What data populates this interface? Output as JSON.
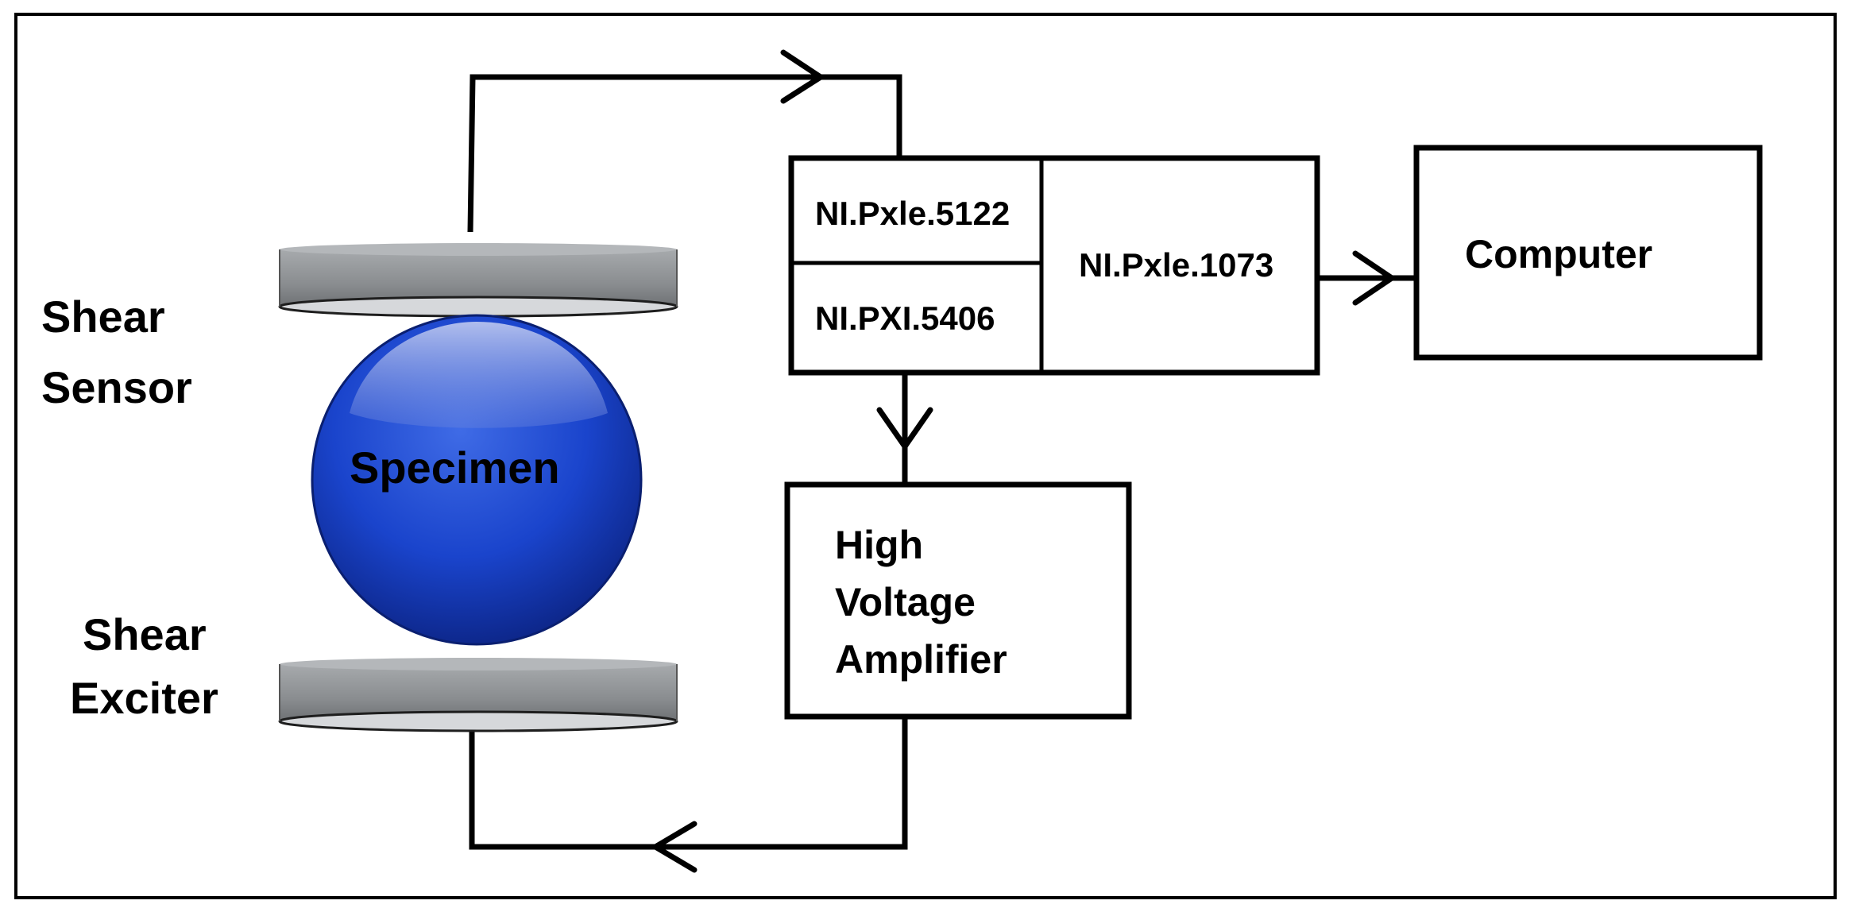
{
  "diagram": {
    "labels": {
      "shear_sensor_line1": "Shear",
      "shear_sensor_line2": "Sensor",
      "shear_exciter_line1": "Shear",
      "shear_exciter_line2": "Exciter",
      "specimen": "Specimen",
      "daq_module_1": "NI.Pxle.5122",
      "daq_module_2": "NI.PXI.5406",
      "controller": "NI.Pxle.1073",
      "computer": "Computer",
      "amplifier_line1": "High",
      "amplifier_line2": "Voltage",
      "amplifier_line3": "Amplifier"
    },
    "colors": {
      "specimen_fill": "#1a44cc",
      "specimen_highlight": "#8fa2e6",
      "disc_body": "#8c8f92",
      "disc_face": "#d6d8db",
      "lines": "#000000",
      "background": "#ffffff"
    }
  }
}
